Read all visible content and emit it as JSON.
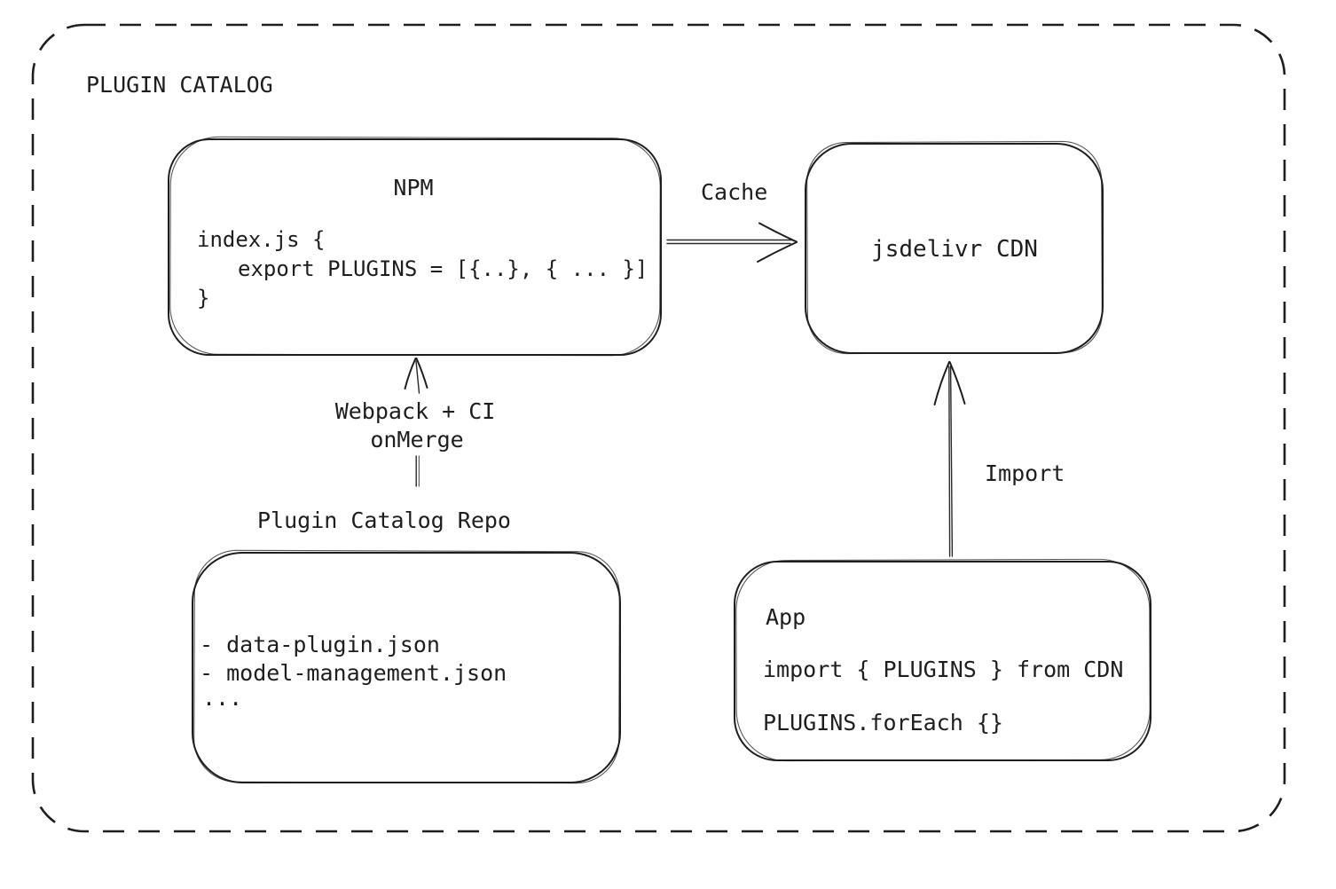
{
  "diagram": {
    "title": "PLUGIN CATALOG",
    "npm_box": {
      "title": "NPM",
      "code": [
        "index.js {",
        "export PLUGINS = [{..}, { ... }]",
        "}"
      ]
    },
    "cdn_box": {
      "title": "jsdelivr CDN"
    },
    "repo_box": {
      "title": "Plugin Catalog Repo",
      "files": [
        "- data-plugin.json",
        "- model-management.json",
        "..."
      ]
    },
    "app_box": {
      "title": "App",
      "code": [
        "import { PLUGINS } from CDN",
        "PLUGINS.forEach {}"
      ]
    },
    "arrows": {
      "cache_label": "Cache",
      "build_label_line1": "Webpack + CI",
      "build_label_line2": "onMerge",
      "import_label": "Import"
    }
  },
  "colors": {
    "ink": "#1e1e1e",
    "background": "#ffffff"
  }
}
